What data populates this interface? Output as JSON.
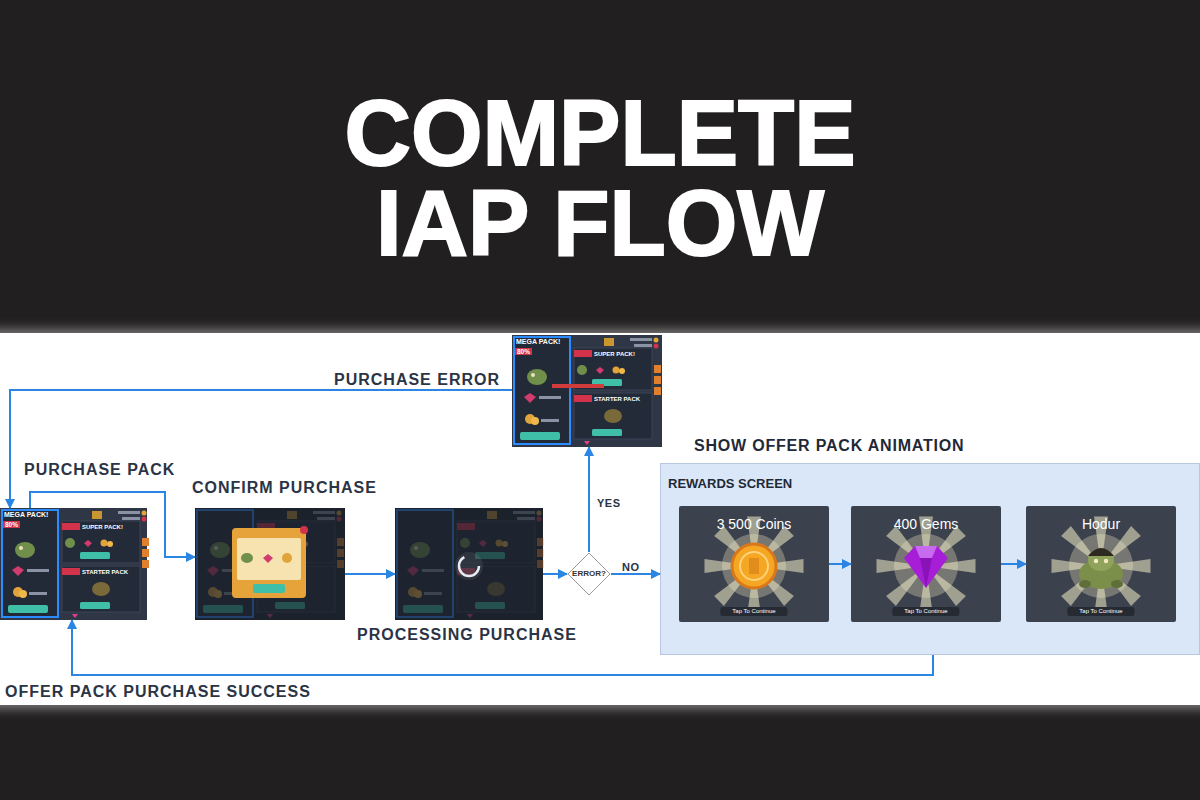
{
  "diagram": {
    "title": "COMPLETE IAP FLOW",
    "nodes": [
      {
        "text": [
          "MEGA PACK!",
          "80%",
          "SUPER PACK!",
          "STARTER PACK"
        ]
      },
      {
        "text": [
          "CONFIRM PURCHASE"
        ]
      },
      {
        "text": [
          "PROCESSING PURCHASE"
        ]
      },
      {
        "text": [
          "ERROR?"
        ]
      },
      {
        "text": [
          "MEGA PACK!",
          "80%",
          "SUPER PACK!",
          "STARTER PACK"
        ]
      },
      {
        "text": [
          "SHOW OFFER PACK ANIMATION",
          "REWARDS SCREEN"
        ]
      },
      {
        "text": [
          "3 500 Coins",
          "Tap To Continue"
        ],
        "in": 5
      },
      {
        "text": [
          "400 Gems",
          "Tap To Continue"
        ],
        "in": 5
      },
      {
        "text": [
          "Hodur",
          "Tap To Continue"
        ],
        "in": 5
      }
    ],
    "edges": [
      {
        "from": 0,
        "to": 1,
        "label": "PURCHASE PACK",
        "arrow": "to"
      },
      {
        "from": 1,
        "to": 2,
        "arrow": "to"
      },
      {
        "from": 2,
        "to": 3,
        "arrow": "to"
      },
      {
        "from": 3,
        "to": 4,
        "label": "YES",
        "arrow": "to"
      },
      {
        "from": 3,
        "to": 5,
        "label": "NO",
        "arrow": "to"
      },
      {
        "from": 4,
        "to": 0,
        "label": "PURCHASE ERROR",
        "arrow": "to"
      },
      {
        "from": 5,
        "to": 0,
        "label": "OFFER PACK PURCHASE SUCCESS",
        "arrow": "to"
      },
      {
        "from": 6,
        "to": 7,
        "arrow": "to"
      },
      {
        "from": 7,
        "to": 8,
        "arrow": "to"
      }
    ]
  }
}
